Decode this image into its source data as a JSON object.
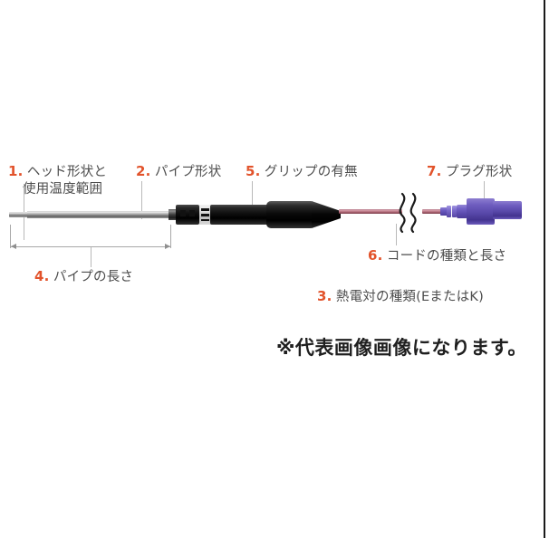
{
  "colors": {
    "background": "#ffffff",
    "number_accent": "#e2532b",
    "label_text": "#4d4d4d",
    "leader_line": "#b9b9b9",
    "dimension_line": "#a8a8a8",
    "notice_text": "#1f1f1f",
    "probe_body": "#000000",
    "probe_pipe": "#a6a6a6",
    "cord": "#b8707f",
    "plug": "#6d5cbe",
    "edge_border": "#1a1a1a"
  },
  "callouts": [
    {
      "id": "head-shape-and-temp-range",
      "number": "1.",
      "text": "ヘッド形状と",
      "text_line2": "使用温度範囲"
    },
    {
      "id": "pipe-shape",
      "number": "2.",
      "text": "パイプ形状",
      "text_line2": ""
    },
    {
      "id": "grip-presence",
      "number": "5.",
      "text": "グリップの有無",
      "text_line2": ""
    },
    {
      "id": "plug-shape",
      "number": "7.",
      "text": "プラグ形状",
      "text_line2": ""
    },
    {
      "id": "pipe-length",
      "number": "4.",
      "text": "パイプの長さ",
      "text_line2": ""
    },
    {
      "id": "cord-type-and-length",
      "number": "6.",
      "text": "コードの種類と長さ",
      "text_line2": ""
    },
    {
      "id": "thermocouple-type",
      "number": "3.",
      "text": "熱電対の種類(EまたはK)",
      "text_line2": ""
    }
  ],
  "notice": {
    "text": "※代表画像画像になります。"
  },
  "diagram": {
    "product": "thermocouple-temperature-probe",
    "parts": [
      "probe-tip",
      "probe-pipe",
      "probe-head-body",
      "probe-grip",
      "cord",
      "cord-break-symbol",
      "plug"
    ]
  }
}
